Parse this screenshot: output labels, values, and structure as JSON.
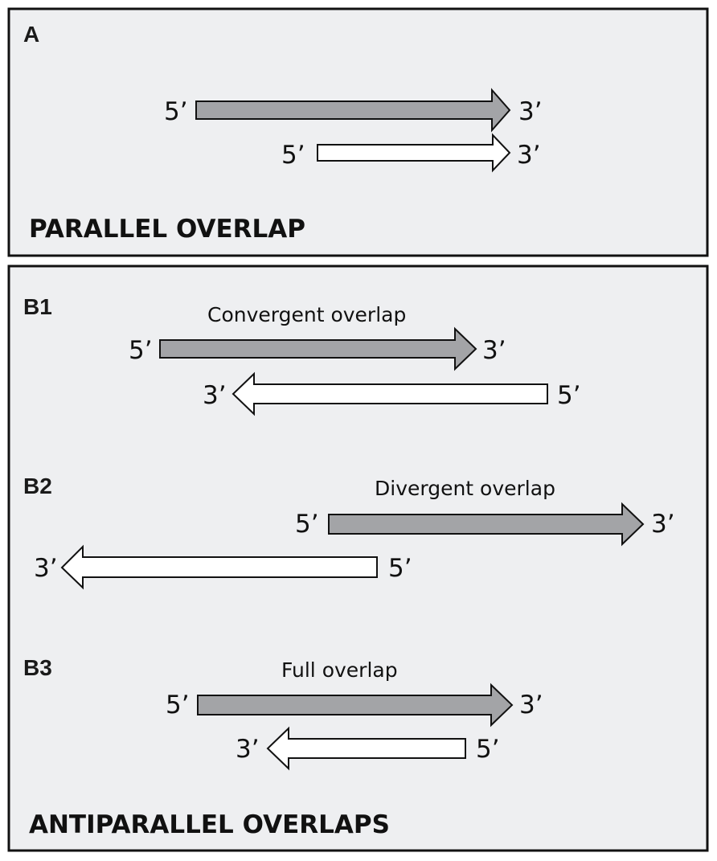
{
  "panel_a": {
    "label": "A",
    "caption": "PARALLEL OVERLAP",
    "end_5": "5’",
    "end_3": "3’"
  },
  "panel_b": {
    "caption": "ANTIPARALLEL OVERLAPS",
    "b1": {
      "label": "B1",
      "title": "Convergent overlap"
    },
    "b2": {
      "label": "B2",
      "title": "Divergent overlap"
    },
    "b3": {
      "label": "B3",
      "title": "Full overlap"
    },
    "end_5": "5’",
    "end_3": "3’"
  },
  "colors": {
    "panel_fill": "#eeeff1",
    "gray_strand": "#a3a4a7",
    "white_strand": "#ffffff",
    "outline": "#111111"
  }
}
